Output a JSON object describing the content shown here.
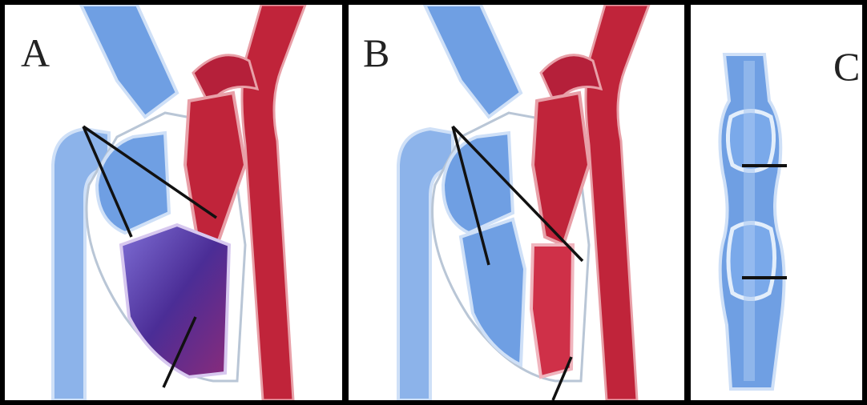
{
  "panels": [
    {
      "label": "A"
    },
    {
      "label": "B"
    },
    {
      "label": "C"
    }
  ],
  "colors": {
    "vein_blue": "#6f9fe3",
    "vein_light": "#a9c8f2",
    "artery_red": "#c0243a",
    "artery_dark": "#a51b2e",
    "mixed_purple": "#5e3aa0",
    "pointer": "#111111",
    "background": "#000000",
    "panel_bg": "#ffffff"
  }
}
